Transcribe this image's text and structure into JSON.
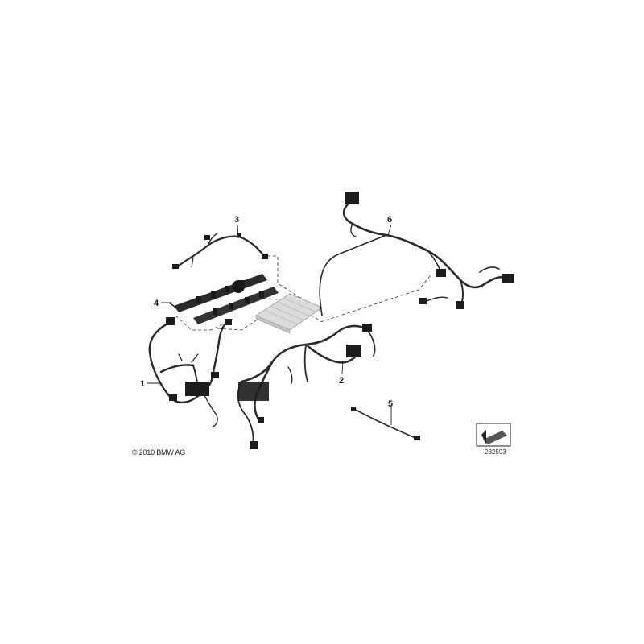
{
  "diagram": {
    "callouts": {
      "p1": "1",
      "p2": "2",
      "p3": "3",
      "p4": "4",
      "p5": "5",
      "p6": "6"
    },
    "copyright": "© 2010 BMW AG",
    "reference_number": "232593",
    "colors": {
      "wire": "#2b2b2b",
      "connector": "#1c1c1c",
      "control_unit": "#d9d9d9",
      "dash_line": "#333333"
    }
  }
}
